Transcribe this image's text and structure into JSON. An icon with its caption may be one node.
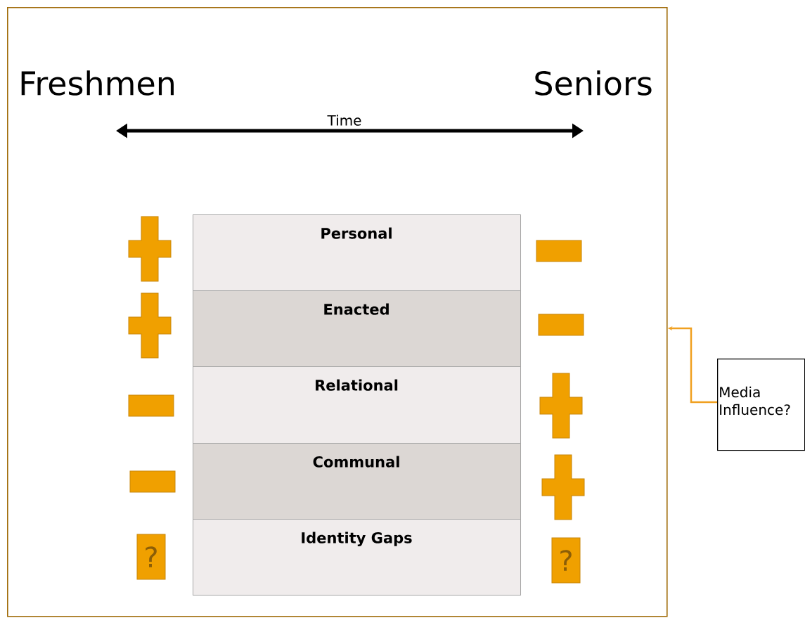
{
  "diagram": {
    "nodes": [
      {
        "text": [],
        "shape": "box"
      },
      {
        "text": [
          "Personal"
        ],
        "in": 0
      },
      {
        "text": [
          "Enacted"
        ],
        "in": 0
      },
      {
        "text": [
          "Relational"
        ],
        "in": 0
      },
      {
        "text": [
          "Communal"
        ],
        "in": 0
      },
      {
        "text": [
          "Identity Gaps"
        ],
        "in": 0
      },
      {
        "text": [],
        "shape": "plus",
        "in": 0
      },
      {
        "text": [],
        "shape": "plus",
        "in": 0
      },
      {
        "text": [],
        "shape": "minus",
        "in": 0
      },
      {
        "text": [],
        "shape": "minus",
        "in": 0
      },
      {
        "text": [
          "?"
        ],
        "in": 0
      },
      {
        "text": [],
        "shape": "minus",
        "in": 0
      },
      {
        "text": [],
        "shape": "minus",
        "in": 0
      },
      {
        "text": [],
        "shape": "plus",
        "in": 0
      },
      {
        "text": [],
        "shape": "plus",
        "in": 0
      },
      {
        "text": [
          "?"
        ],
        "in": 0
      },
      {
        "text": [
          "Media Influence?"
        ]
      }
    ],
    "edges": [
      {
        "from": 16,
        "to": 0,
        "arrow": "to",
        "color": "#f0a020"
      }
    ],
    "labels": [
      "Freshmen",
      "Seniors",
      "Time"
    ]
  }
}
